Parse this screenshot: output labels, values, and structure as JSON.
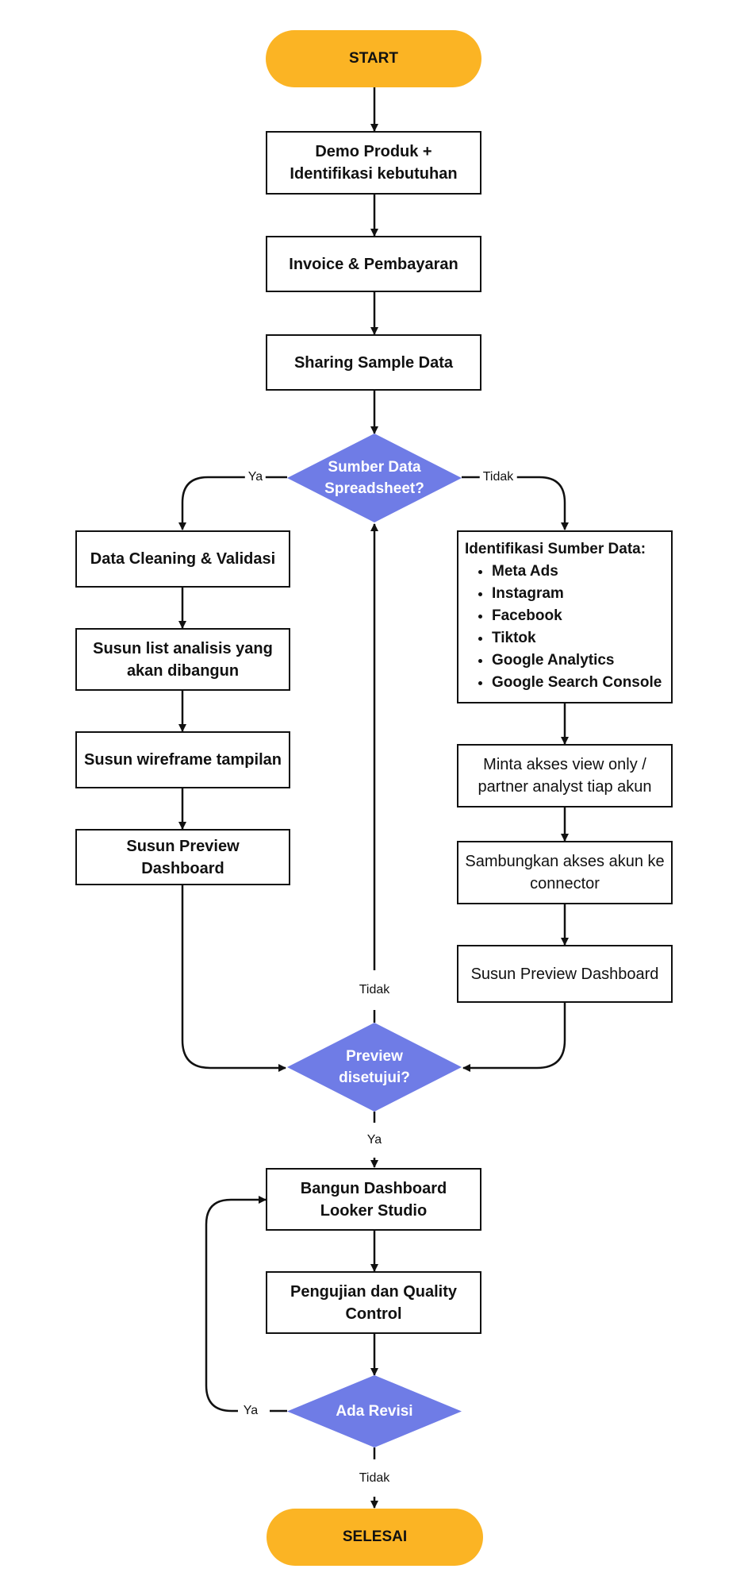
{
  "colors": {
    "terminal": "#fbb424",
    "decision": "#6f7ce6",
    "line": "#111111"
  },
  "nodes": {
    "start": "START",
    "demo": "Demo Produk + Identifikasi kebutuhan",
    "invoice": "Invoice & Pembayaran",
    "sharing": "Sharing Sample Data",
    "decision_source": "Sumber Data Spreadsheet?",
    "cleaning": "Data Cleaning & Validasi",
    "susun_list": "Susun list analisis yang akan dibangun",
    "wireframe": "Susun wireframe tampilan",
    "preview_left": "Susun Preview Dashboard",
    "identifikasi_title": "Identifikasi Sumber Data:",
    "sources": [
      "Meta Ads",
      "Instagram",
      "Facebook",
      "Tiktok",
      "Google Analytics",
      "Google Search Console"
    ],
    "minta_akses": "Minta akses view only / partner analyst tiap akun",
    "sambungkan": "Sambungkan akses akun ke connector",
    "preview_right": "Susun Preview Dashboard",
    "decision_preview": "Preview disetujui?",
    "bangun": "Bangun Dashboard Looker Studio",
    "pengujian": "Pengujian dan Quality Control",
    "decision_revisi": "Ada Revisi",
    "end": "SELESAI"
  },
  "labels": {
    "source_yes": "Ya",
    "source_no": "Tidak",
    "preview_no": "Tidak",
    "preview_yes": "Ya",
    "revisi_yes": "Ya",
    "revisi_no": "Tidak"
  }
}
